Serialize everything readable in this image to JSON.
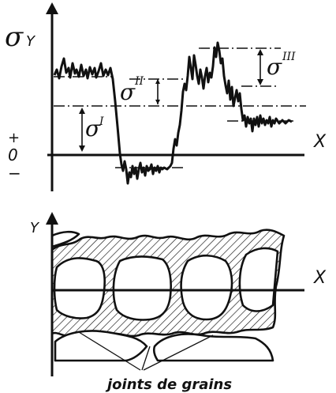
{
  "top": {
    "ylabel_main": "σ",
    "ylabel_sub": "Y",
    "xlabel": "X",
    "plus": "+",
    "zero": "0",
    "minus": "−",
    "sigma_i": "σ",
    "sigma_i_sup": "I",
    "sigma_ii": "σ",
    "sigma_ii_sup": "II",
    "sigma_iii": "σ",
    "sigma_iii_sup": "III"
  },
  "bottom": {
    "ylabel": "Y",
    "xlabel": "X",
    "caption": "joints de grains"
  }
}
